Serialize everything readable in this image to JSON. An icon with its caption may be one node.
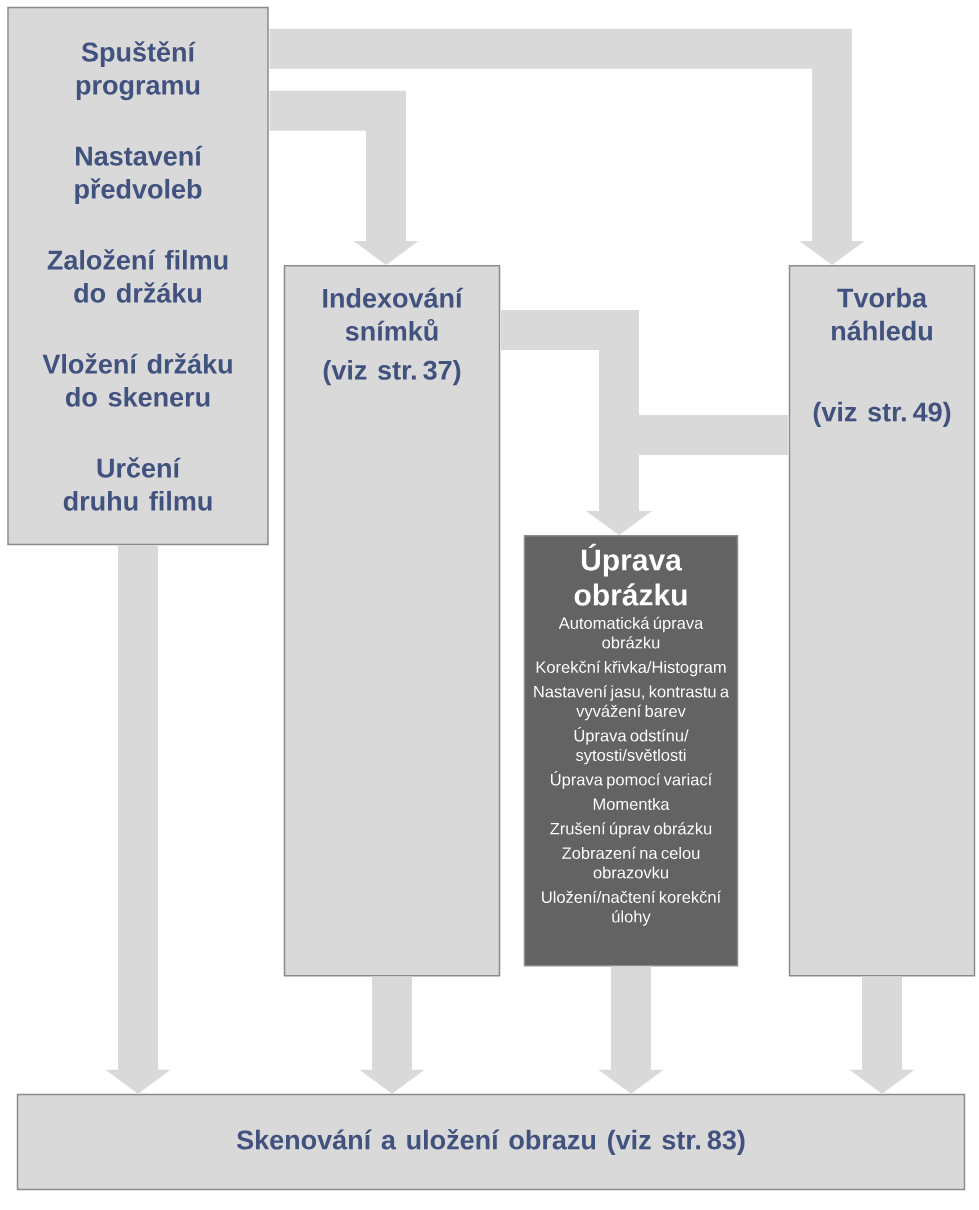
{
  "diagram": {
    "nodes": [
      {
        "text": [
          "Spuštění programu",
          "Nastavení předvoleb",
          "Založení filmu do držáku",
          "Vložení držáku do skeneru",
          "Určení druhu filmu"
        ]
      },
      {
        "text": [
          "Indexování snímků",
          "(viz str. 37)"
        ]
      },
      {
        "text": [
          "Úprava obrázku",
          "Automatická úprava obrázku",
          "Korekční křivka/Histogram",
          "Nastavení jasu, kontrastu a vyvážení barev",
          "Úprava odstínu/ sytosti/světlosti",
          "Úprava pomocí variací",
          "Momentka",
          "Zrušení úprav obrázku",
          "Zobrazení na celou obrazovku",
          "Uložení/načtení korekční úlohy"
        ]
      },
      {
        "text": [
          "Tvorba náhledu",
          "(viz str. 49)"
        ]
      },
      {
        "text": [
          "Skenování a uložení obrazu (viz str. 83)"
        ]
      }
    ],
    "edges": [
      {
        "from": 0,
        "to": 3,
        "arrow": "to"
      },
      {
        "from": 0,
        "to": 1,
        "arrow": "to"
      },
      {
        "from": 1,
        "to": 2,
        "arrow": "to"
      },
      {
        "from": 3,
        "to": 2,
        "arrow": "to"
      },
      {
        "from": 0,
        "to": 4,
        "arrow": "to"
      },
      {
        "from": 1,
        "to": 4,
        "arrow": "to"
      },
      {
        "from": 2,
        "to": 4,
        "arrow": "to"
      },
      {
        "from": 3,
        "to": 4,
        "arrow": "to"
      }
    ]
  }
}
